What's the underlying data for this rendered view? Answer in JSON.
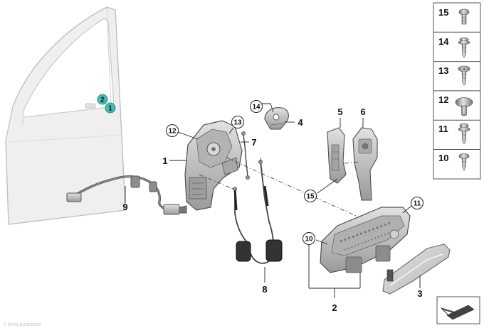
{
  "diagram": {
    "callouts_plain": [
      {
        "id": "1",
        "label": "1"
      },
      {
        "id": "2",
        "label": "2"
      },
      {
        "id": "3",
        "label": "3"
      },
      {
        "id": "4",
        "label": "4"
      },
      {
        "id": "5",
        "label": "5"
      },
      {
        "id": "6",
        "label": "6"
      },
      {
        "id": "7",
        "label": "7"
      },
      {
        "id": "8",
        "label": "8"
      },
      {
        "id": "9",
        "label": "9"
      }
    ],
    "callouts_circled": [
      {
        "id": "10",
        "label": "10"
      },
      {
        "id": "11",
        "label": "11"
      },
      {
        "id": "12",
        "label": "12"
      },
      {
        "id": "13",
        "label": "13"
      },
      {
        "id": "14",
        "label": "14"
      },
      {
        "id": "15",
        "label": "15"
      }
    ],
    "door_markers": [
      {
        "id": "2",
        "label": "2",
        "color": "#3fbfb0"
      },
      {
        "id": "1",
        "label": "1",
        "color": "#3fbfb0"
      }
    ],
    "fastener_legend": [
      {
        "label": "15",
        "icon": "pan-head-screw-icon"
      },
      {
        "label": "14",
        "icon": "flange-screw-icon"
      },
      {
        "label": "13",
        "icon": "torx-screw-icon"
      },
      {
        "label": "12",
        "icon": "round-head-screw-icon"
      },
      {
        "label": "11",
        "icon": "collar-screw-icon"
      },
      {
        "label": "10",
        "icon": "short-screw-icon"
      }
    ],
    "watermark": "© bmw.partsbase"
  },
  "colors": {
    "outline": "#555555",
    "part_fill": "#cfcfcf",
    "part_dark": "#8a8a8a",
    "door_fill": "#eeeeee",
    "marker": "#3fbfb0"
  }
}
